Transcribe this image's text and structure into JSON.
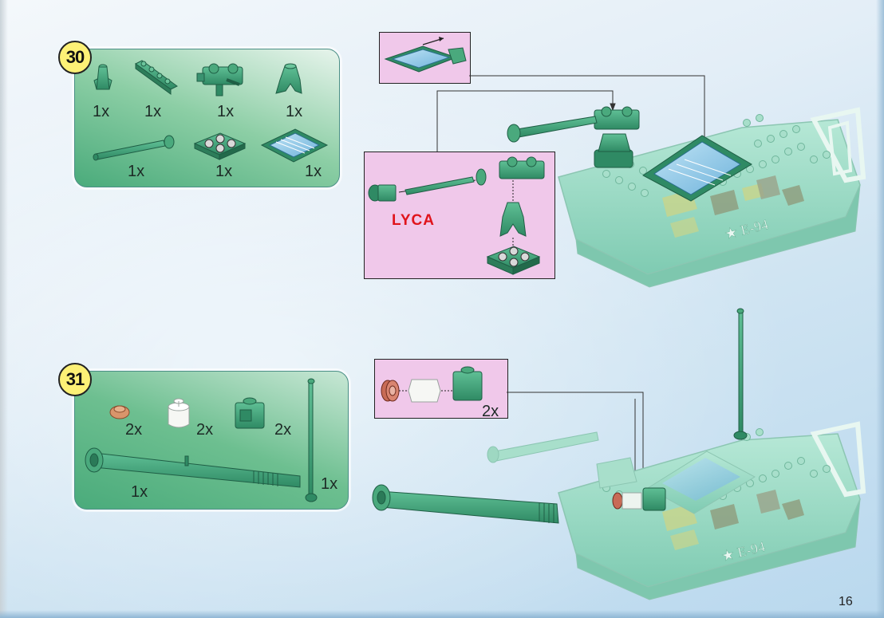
{
  "page": {
    "number": "16",
    "watermark": "LYCA"
  },
  "steps": [
    {
      "number": "30",
      "parts": [
        {
          "name": "round-cone",
          "qty": "1x"
        },
        {
          "name": "plate-1x6-with-clips",
          "qty": "1x"
        },
        {
          "name": "turret-clip-brick",
          "qty": "1x"
        },
        {
          "name": "tapered-cone",
          "qty": "1x"
        },
        {
          "name": "cannon-barrel",
          "qty": "1x"
        },
        {
          "name": "plate-2x2-with-studs",
          "qty": "1x"
        },
        {
          "name": "hinged-window-panel",
          "qty": "1x"
        }
      ]
    },
    {
      "number": "31",
      "parts": [
        {
          "name": "red-round-plate",
          "qty": "2x"
        },
        {
          "name": "clear-round-brick",
          "qty": "2x"
        },
        {
          "name": "green-1x1-brick-with-clip",
          "qty": "2x"
        },
        {
          "name": "long-cannon-barrel",
          "qty": "1x"
        },
        {
          "name": "antenna",
          "qty": "1x"
        }
      ],
      "subassembly_qty": "2x"
    }
  ],
  "vehicle": {
    "marking": "★ E-94"
  },
  "colors": {
    "part_green": "#3e9e77",
    "callout_pink": "#f0c8ea",
    "badge_yellow": "#fdf176",
    "tank_mint": "#8fd7c0"
  }
}
